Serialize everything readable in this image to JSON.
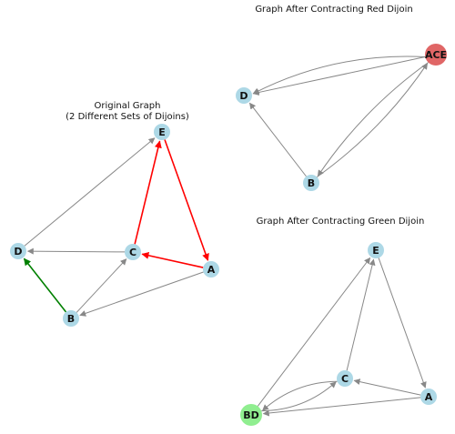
{
  "colors": {
    "node_default": "#add8e6",
    "node_red": "#e06666",
    "node_green": "#90ee90",
    "edge_gray": "#888888",
    "edge_red": "#ff0000",
    "edge_green": "#008000"
  },
  "panels": [
    {
      "id": "original",
      "title_lines": [
        "Original Graph",
        "(2 Different Sets of Dijoins)"
      ],
      "nodes": [
        {
          "id": "E",
          "label": "E",
          "color": "node_default"
        },
        {
          "id": "D",
          "label": "D",
          "color": "node_default"
        },
        {
          "id": "C",
          "label": "C",
          "color": "node_default"
        },
        {
          "id": "A",
          "label": "A",
          "color": "node_default"
        },
        {
          "id": "B",
          "label": "B",
          "color": "node_default"
        }
      ],
      "edges": [
        {
          "from": "D",
          "to": "E",
          "color": "edge_gray"
        },
        {
          "from": "C",
          "to": "E",
          "color": "edge_red"
        },
        {
          "from": "E",
          "to": "A",
          "color": "edge_red"
        },
        {
          "from": "A",
          "to": "C",
          "color": "edge_red"
        },
        {
          "from": "C",
          "to": "D",
          "color": "edge_gray"
        },
        {
          "from": "B",
          "to": "D",
          "color": "edge_green"
        },
        {
          "from": "B",
          "to": "C",
          "color": "edge_gray"
        },
        {
          "from": "A",
          "to": "B",
          "color": "edge_gray"
        }
      ]
    },
    {
      "id": "red-contracted",
      "title_lines": [
        "Graph After Contracting Red Dijoin"
      ],
      "nodes": [
        {
          "id": "ACE",
          "label": "ACE",
          "color": "node_red"
        },
        {
          "id": "D",
          "label": "D",
          "color": "node_default"
        },
        {
          "id": "B",
          "label": "B",
          "color": "node_default"
        }
      ],
      "edges": [
        {
          "from": "ACE",
          "to": "D",
          "color": "edge_gray",
          "curve": 0.12
        },
        {
          "from": "ACE",
          "to": "D",
          "color": "edge_gray",
          "curve": 0
        },
        {
          "from": "B",
          "to": "D",
          "color": "edge_gray",
          "curve": 0
        },
        {
          "from": "B",
          "to": "ACE",
          "color": "edge_gray",
          "curve": 0.08
        },
        {
          "from": "ACE",
          "to": "B",
          "color": "edge_gray",
          "curve": 0.08
        }
      ]
    },
    {
      "id": "green-contracted",
      "title_lines": [
        "Graph After Contracting Green Dijoin"
      ],
      "nodes": [
        {
          "id": "E",
          "label": "E",
          "color": "node_default"
        },
        {
          "id": "C",
          "label": "C",
          "color": "node_default"
        },
        {
          "id": "A",
          "label": "A",
          "color": "node_default"
        },
        {
          "id": "BD",
          "label": "BD",
          "color": "node_green"
        }
      ],
      "edges": [
        {
          "from": "BD",
          "to": "E",
          "color": "edge_gray",
          "curve": 0
        },
        {
          "from": "C",
          "to": "E",
          "color": "edge_gray",
          "curve": 0
        },
        {
          "from": "E",
          "to": "A",
          "color": "edge_gray",
          "curve": 0
        },
        {
          "from": "A",
          "to": "C",
          "color": "edge_gray",
          "curve": 0
        },
        {
          "from": "BD",
          "to": "C",
          "color": "edge_gray",
          "curve": 0.15
        },
        {
          "from": "C",
          "to": "BD",
          "color": "edge_gray",
          "curve": 0.15
        },
        {
          "from": "A",
          "to": "BD",
          "color": "edge_gray",
          "curve": 0
        }
      ]
    }
  ]
}
